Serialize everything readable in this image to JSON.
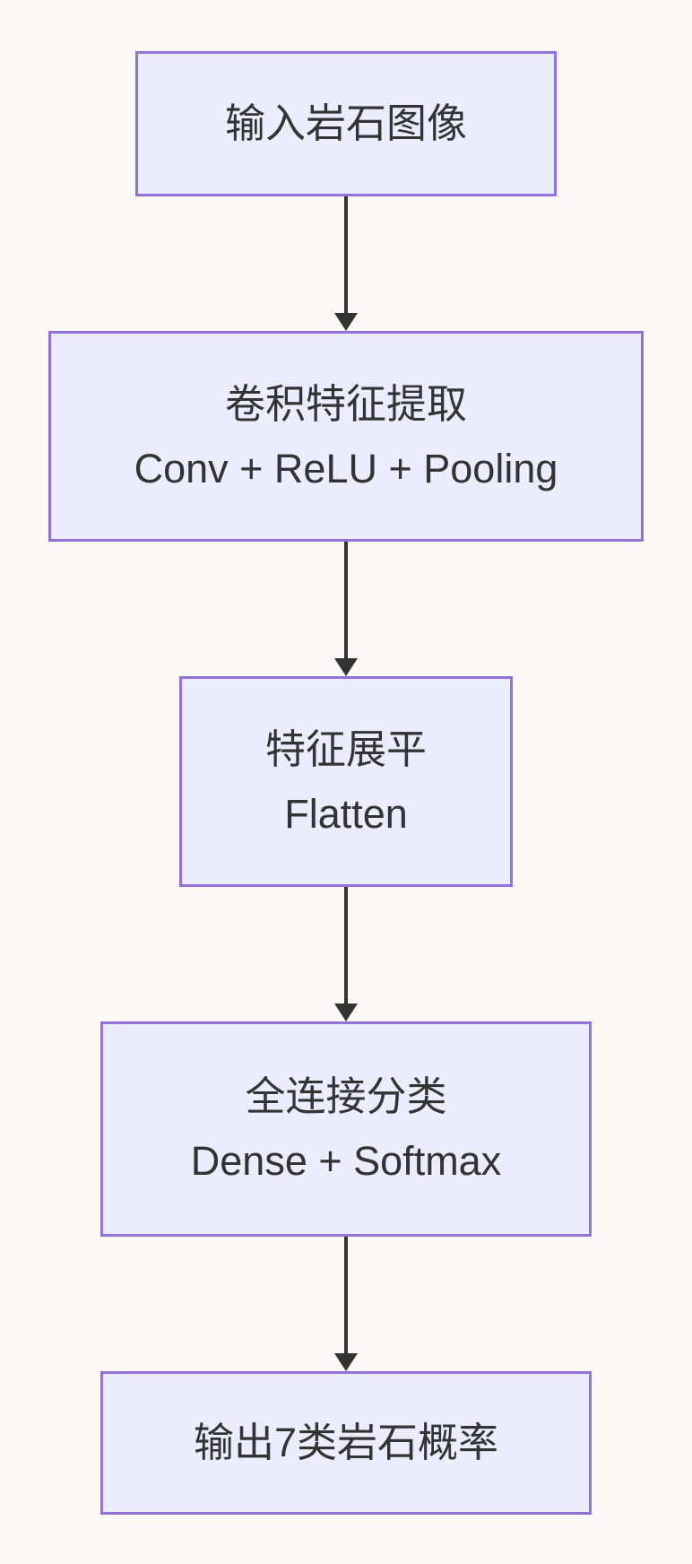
{
  "diagram": {
    "type": "flowchart",
    "direction": "top-down",
    "nodes": [
      {
        "id": "input",
        "lines": [
          "输入岩石图像"
        ]
      },
      {
        "id": "conv",
        "lines": [
          "卷积特征提取",
          "Conv + ReLU + Pooling"
        ]
      },
      {
        "id": "flatten",
        "lines": [
          "特征展平",
          "Flatten"
        ]
      },
      {
        "id": "dense",
        "lines": [
          "全连接分类",
          "Dense + Softmax"
        ]
      },
      {
        "id": "output",
        "lines": [
          "输出7类岩石概率"
        ]
      }
    ],
    "edges": [
      {
        "from": "input",
        "to": "conv"
      },
      {
        "from": "conv",
        "to": "flatten"
      },
      {
        "from": "flatten",
        "to": "dense"
      },
      {
        "from": "dense",
        "to": "output"
      }
    ],
    "colors": {
      "node_fill": "#ECECFF",
      "node_border": "#9370DB",
      "arrow": "#333333",
      "text": "#333333",
      "background": "#FAF9F6"
    }
  }
}
